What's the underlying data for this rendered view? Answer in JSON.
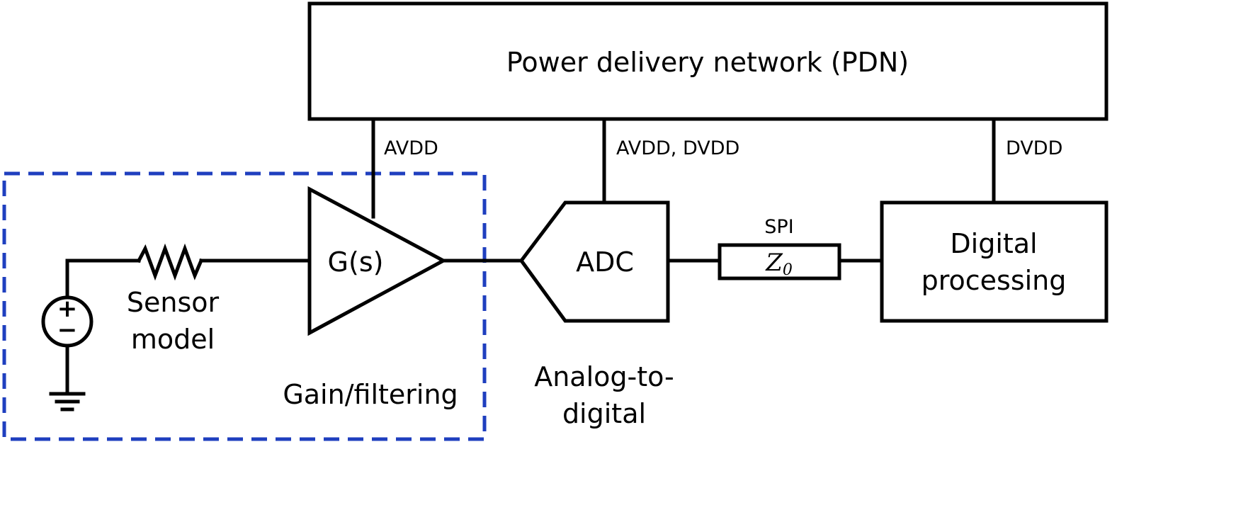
{
  "pdn": {
    "label": "Power delivery network (PDN)"
  },
  "rails": {
    "amp": "AVDD",
    "adc": "AVDD, DVDD",
    "digital": "DVDD"
  },
  "amplifier": {
    "label": "G(s)"
  },
  "adc": {
    "label": "ADC",
    "caption_line1": "Analog-to-",
    "caption_line2": "digital"
  },
  "link": {
    "label": "SPI",
    "impedance": "Z",
    "impedance_sub": "0"
  },
  "digital": {
    "line1": "Digital",
    "line2": "processing"
  },
  "sensor": {
    "line1": "Sensor",
    "line2": "model",
    "plus": "+",
    "minus": "−"
  },
  "region": {
    "label": "Gain/filtering",
    "border_color": "#1f3fbf"
  }
}
